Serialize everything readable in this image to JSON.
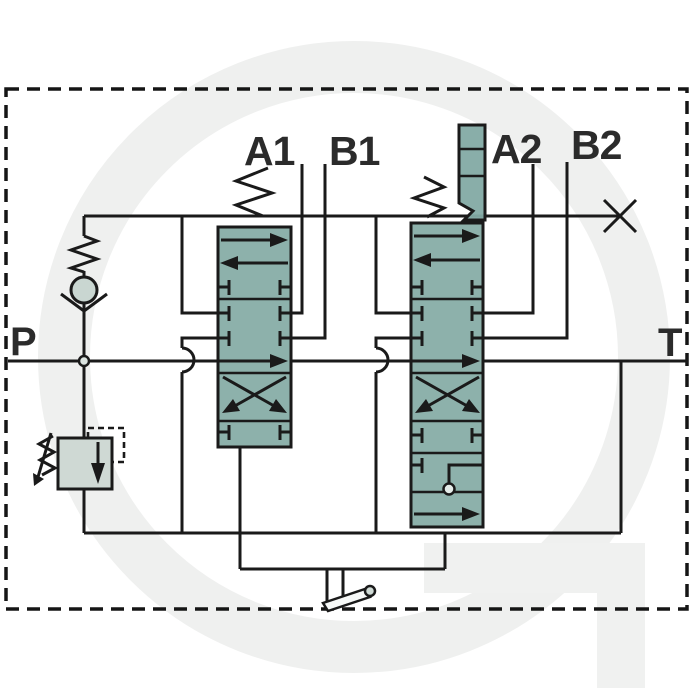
{
  "diagram": {
    "type": "hydraulic-directional-control-valve-schematic",
    "labels": {
      "port_p": "P",
      "port_t": "T",
      "work_port_a1": "A1",
      "work_port_b1": "B1",
      "work_port_a2": "A2",
      "work_port_b2": "B2"
    },
    "symbols": [
      {
        "name": "relief-valve-icon",
        "meaning": "adjustable pressure relief valve with dashed pilot line"
      },
      {
        "name": "check-valve-icon",
        "meaning": "spring loaded ball check valve"
      },
      {
        "name": "spool-valve-1",
        "meaning": "directional spool section feeding A1 and B1"
      },
      {
        "name": "spool-valve-2",
        "meaning": "directional spool section with extra float position feeding A2 and B2"
      },
      {
        "name": "detent-icon",
        "meaning": "detent latch on second spool"
      },
      {
        "name": "centering-spring-icon",
        "meaning": "spring return"
      },
      {
        "name": "hand-lever-icon",
        "meaning": "manual control lever"
      },
      {
        "name": "plugged-port-icon",
        "meaning": "plugged carry-over port (X)"
      }
    ],
    "colors": {
      "line": "#1a1a1a",
      "label": "#2b2b2b",
      "valve_fill": "#83aaa4",
      "light_fill": "#cfd9d4",
      "ball_fill": "#c9d6d1",
      "dot_fill": "#dce5e1",
      "lever_fill": "#f7f9f8",
      "watermark": "#eff0ef",
      "background": "#ffffff"
    }
  }
}
